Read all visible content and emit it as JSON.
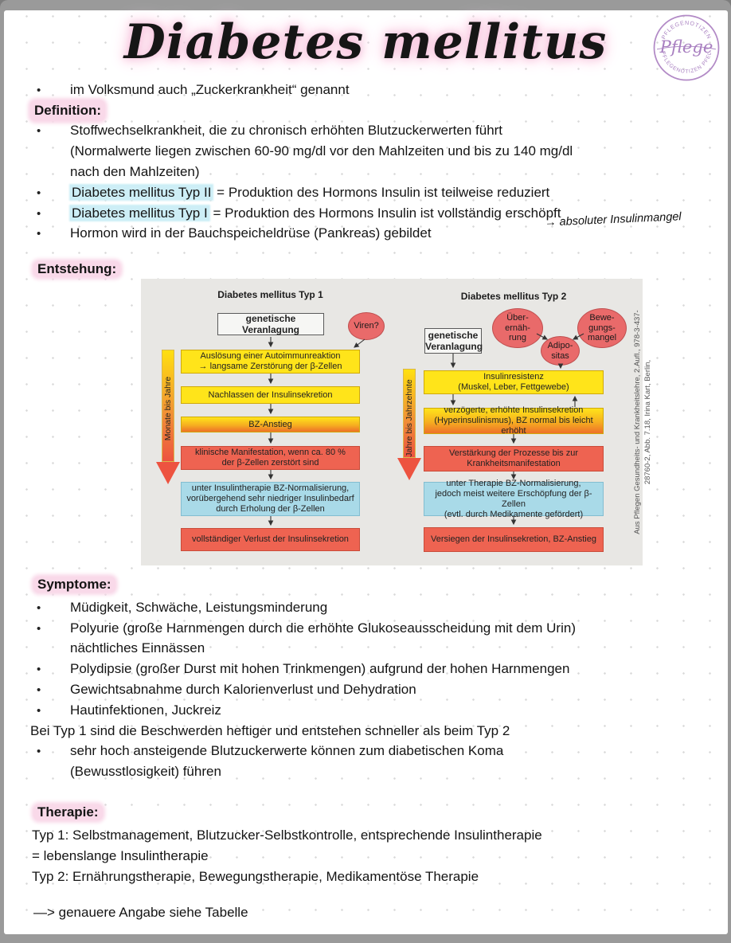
{
  "title": "Diabetes mellitus",
  "logo": {
    "top_text": "PFLEGENOTIZEN",
    "center_text": "Pflege",
    "bottom_text": "PFLEGENOTIZEN PFEL"
  },
  "colors": {
    "accent_pink": "#f9d9e9",
    "highlight_blue": "#cdeef6",
    "logo_purple": "#a87fc0",
    "box_yellow": "#ffe41a",
    "box_red": "#ee6351",
    "box_blue": "#a9dae8",
    "bubble_red": "#e96a6a",
    "diagram_bg": "#e8e7e4"
  },
  "intro": {
    "bullet1": "im Volksmund auch „Zuckerkrankheit“ genannt"
  },
  "definition": {
    "heading": "Definition:",
    "item1_line1": "Stoffwechselkrankheit, die zu chronisch erhöhten Blutzuckerwerten führt",
    "item1_line2": "(Normalwerte liegen zwischen 60-90 mg/dl vor den Mahlzeiten und bis zu 140 mg/dl",
    "item1_line3": "nach den Mahlzeiten)",
    "item2_highlight": "Diabetes mellitus Typ II",
    "item2_rest": "= Produktion des Hormons Insulin ist teilweise reduziert",
    "item3_highlight": "Diabetes mellitus Typ I",
    "item3_rest": "= Produktion des Hormons Insulin ist vollständig erschöpft",
    "item4": "Hormon wird in der Bauchspeicheldrüse (Pankreas) gebildet",
    "annotation": "→ absoluter Insulinmangel"
  },
  "entstehung": {
    "heading": "Entstehung:"
  },
  "diagram": {
    "typ1": {
      "title": "Diabetes mellitus Typ 1",
      "genetic": "genetische Veranlagung",
      "trigger": "Viren?",
      "timeline": "Monate bis Jahre",
      "steps": [
        {
          "style": "yellow",
          "lines": [
            "Auslösung einer Autoimmunreaktion",
            "→ langsame Zerstörung der β-Zellen"
          ]
        },
        {
          "style": "yellow",
          "lines": [
            "Nachlassen der Insulinsekretion"
          ]
        },
        {
          "style": "gradient",
          "lines": [
            "BZ-Anstieg"
          ]
        },
        {
          "style": "red",
          "lines": [
            "klinische Manifestation, wenn ca. 80 %",
            "der β-Zellen zerstört sind"
          ]
        },
        {
          "style": "blue",
          "lines": [
            "unter Insulintherapie BZ-Normalisierung,",
            "vorübergehend sehr niedriger Insulinbedarf",
            "durch Erholung der β-Zellen"
          ]
        },
        {
          "style": "red",
          "lines": [
            "vollständiger Verlust der Insulinsekretion"
          ]
        }
      ]
    },
    "typ2": {
      "title": "Diabetes mellitus Typ 2",
      "genetic_line1": "genetische",
      "genetic_line2": "Veranlagung",
      "bubble1": {
        "line1": "Über-",
        "line2": "ernäh-",
        "line3": "rung"
      },
      "bubble2": {
        "line1": "Bewe-",
        "line2": "gungs-",
        "line3": "mangel"
      },
      "bubble3": {
        "line1": "Adipo-",
        "line2": "sitas"
      },
      "timeline": "Jahre bis Jahrzehnte",
      "steps": [
        {
          "style": "yellow",
          "lines": [
            "Insulinresistenz",
            "(Muskel, Leber, Fettgewebe)"
          ]
        },
        {
          "style": "gradient",
          "lines": [
            "verzögerte, erhöhte Insulinsekretion",
            "(Hyperinsulinismus), BZ normal bis leicht erhöht"
          ]
        },
        {
          "style": "red",
          "lines": [
            "Verstärkung der Prozesse bis zur",
            "Krankheitsmanifestation"
          ]
        },
        {
          "style": "blue",
          "lines": [
            "unter Therapie BZ-Normalisierung,",
            "jedoch meist weitere Erschöpfung der β-Zellen",
            "(evtl. durch Medikamente gefördert)"
          ]
        },
        {
          "style": "red",
          "lines": [
            "Versiegen der Insulinsekretion, BZ-Anstieg"
          ]
        }
      ]
    },
    "citation_lines": [
      "Aus Pflegen Gesundheits- und Krankheitslehre, 2.Aufl., 978-3-437-",
      "28760-2, Abb. 7.18, Irina Kart, Berlin,"
    ]
  },
  "symptome": {
    "heading": "Symptome:",
    "items": [
      "Müdigkeit, Schwäche, Leistungsminderung",
      "Polyurie (große Harnmengen durch die erhöhte Glukoseausscheidung mit dem Urin)",
      "nächtliches Einnässen",
      "Polydipsie (großer Durst mit hohen Trinkmengen) aufgrund der hohen Harnmengen",
      "Gewichtsabnahme durch Kalorienverlust und Dehydration",
      "Hautinfektionen, Juckreiz"
    ],
    "note": "Bei Typ 1 sind die Beschwerden heftiger und entstehen schneller als beim Typ 2",
    "koma_line1": "sehr hoch ansteigende Blutzuckerwerte können zum diabetischen Koma",
    "koma_line2": "(Bewusstlosigkeit) führen"
  },
  "therapie": {
    "heading": "Therapie:",
    "line1": "Typ 1: Selbstmanagement, Blutzucker-Selbstkontrolle, entsprechende Insulintherapie",
    "line2": "= lebenslange Insulintherapie",
    "line3": "Typ 2: Ernährungstherapie, Bewegungstherapie, Medikamentöse Therapie"
  },
  "footer_note": "—> genauere Angabe siehe Tabelle"
}
